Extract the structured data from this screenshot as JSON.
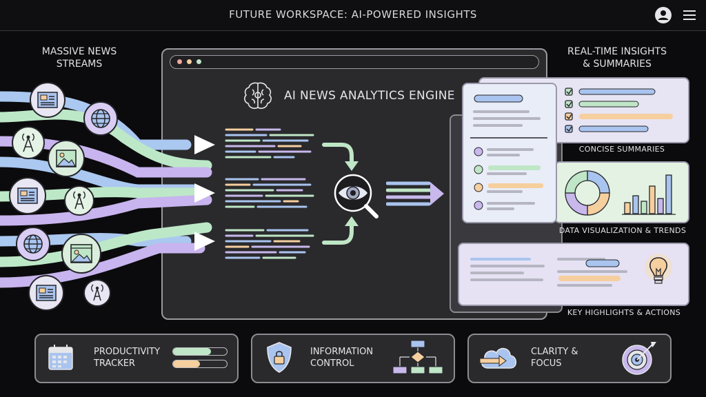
{
  "header": {
    "title": "FUTURE WORKSPACE: AI-POWERED INSIGHTS",
    "avatar_icon": "user-circle-icon",
    "menu_icon": "hamburger-menu-icon"
  },
  "left": {
    "title_line1": "MASSIVE NEWS",
    "title_line2": "STREAMS",
    "sources": [
      "newspaper-icon",
      "globe-icon",
      "broadcast-tower-icon",
      "image-icon",
      "newspaper-icon",
      "broadcast-tower-icon",
      "globe-icon",
      "image-icon",
      "newspaper-icon",
      "broadcast-tower-icon"
    ]
  },
  "engine": {
    "title": "AI NEWS ANALYTICS ENGINE",
    "icon": "brain-icon",
    "center_icon": "eye-magnifier-icon"
  },
  "right": {
    "title_line1": "REAL-TIME INSIGHTS",
    "title_line2": "& SUMMARIES",
    "summaries_label": "CONCISE SUMMARIES",
    "dataviz_label": "DATA VISUALIZATION & TRENDS",
    "highlights_label": "KEY HIGHLIGHTS & ACTIONS"
  },
  "bottom": {
    "productivity_line1": "PRODUCTIVITY",
    "productivity_line2": "TRACKER",
    "information_line1": "INFORMATION",
    "information_line2": "CONTROL",
    "clarity_line1": "CLARITY &",
    "clarity_line2": "FOCUS"
  },
  "colors": {
    "blue": "#a9c4ee",
    "green": "#bfe6c6",
    "purple": "#c8b8ec",
    "orange": "#f6cf9e",
    "stream_blue": "#aac8f0",
    "stream_green": "#bde8c8",
    "stream_purple": "#c8b4ee"
  }
}
